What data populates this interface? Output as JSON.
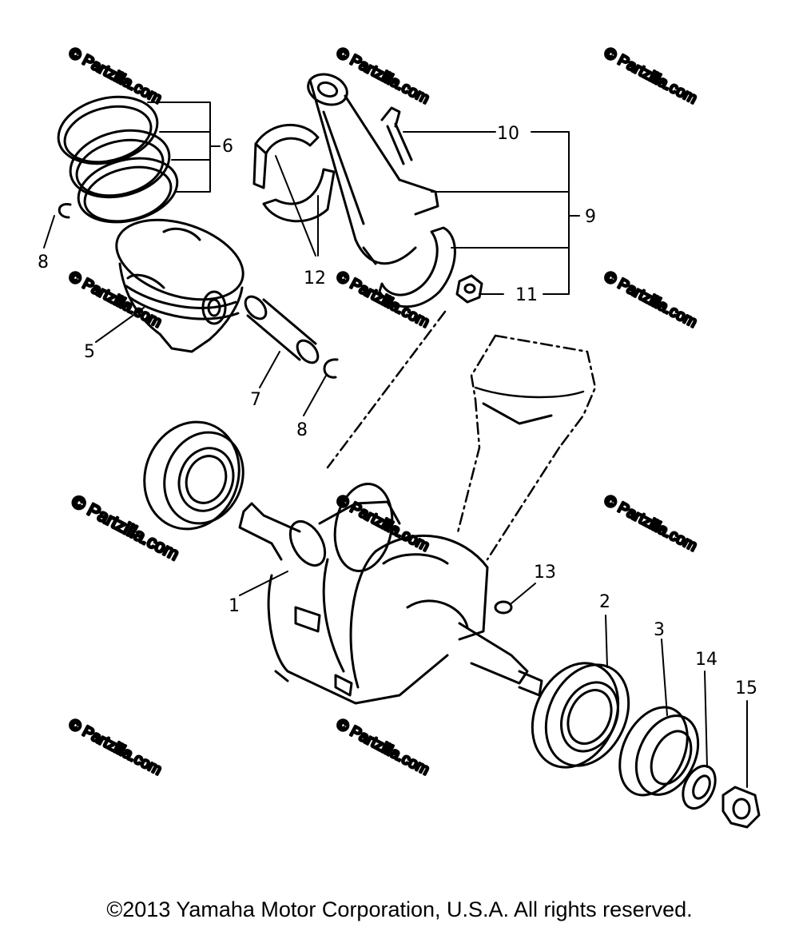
{
  "diagram": {
    "callouts": [
      "1",
      "2",
      "3",
      "5",
      "6",
      "7",
      "8",
      "8",
      "9",
      "10",
      "11",
      "12",
      "13",
      "14",
      "15"
    ],
    "watermark": "© Partzilla.com"
  },
  "footer": {
    "copyright": "©2013 Yamaha Motor Corporation, U.S.A. All rights reserved."
  }
}
